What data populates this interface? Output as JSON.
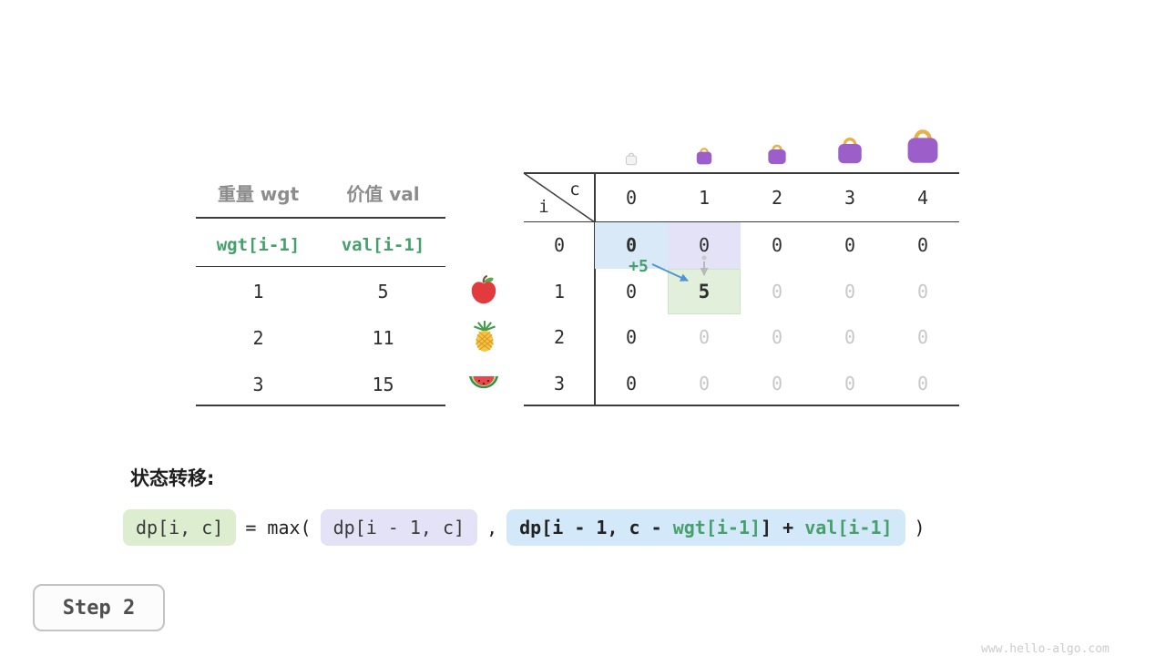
{
  "item_table": {
    "col1_header": "重量 wgt",
    "col2_header": "价值 val",
    "symbol_row": {
      "wgt": "wgt[i-1]",
      "val": "val[i-1]"
    },
    "rows": [
      {
        "wgt": "1",
        "val": "5",
        "icon": "apple-icon"
      },
      {
        "wgt": "2",
        "val": "11",
        "icon": "pineapple-icon"
      },
      {
        "wgt": "3",
        "val": "15",
        "icon": "watermelon-icon"
      }
    ]
  },
  "dp_table": {
    "row_axis_label": "i",
    "col_axis_label": "c",
    "col_headers": [
      "0",
      "1",
      "2",
      "3",
      "4"
    ],
    "row_headers": [
      "0",
      "1",
      "2",
      "3"
    ],
    "cells": [
      [
        "0",
        "0",
        "0",
        "0",
        "0"
      ],
      [
        "0",
        "5",
        "0",
        "0",
        "0"
      ],
      [
        "0",
        "0",
        "0",
        "0",
        "0"
      ],
      [
        "0",
        "0",
        "0",
        "0",
        "0"
      ]
    ],
    "annotation": "+5",
    "capacity_icons": [
      "bag-capacity-0-icon",
      "bag-capacity-1-icon",
      "bag-capacity-2-icon",
      "bag-capacity-3-icon",
      "bag-capacity-4-icon"
    ]
  },
  "formula": {
    "heading": "状态转移:",
    "lhs": "dp[i, c]",
    "equals_max": "= max(",
    "option1": "dp[i - 1, c]",
    "comma": ",",
    "option2_part1": "dp[i - 1, c - ",
    "option2_wgt": "wgt[i-1]",
    "option2_part2": "] + ",
    "option2_val": "val[i-1]",
    "close_paren": ")"
  },
  "step_badge": "Step 2",
  "watermark": "www.hello-algo.com",
  "colors": {
    "green_text": "#45a06c",
    "cell_highlight_blue": "#d9e9f8",
    "cell_highlight_lavender": "#e3e2f6",
    "cell_highlight_green": "#e2efdb",
    "formula_box_green": "#dcedd0",
    "formula_box_lavender": "#e3e2f6",
    "formula_box_blue": "#d3e8f8",
    "bag_purple": "#9c5fc9",
    "bag_handle_gold": "#e8b14c",
    "arrow_blue": "#4f94d6",
    "arrow_gray": "#b8b8b8",
    "inactive_zero_gray": "#c8c8c8"
  }
}
